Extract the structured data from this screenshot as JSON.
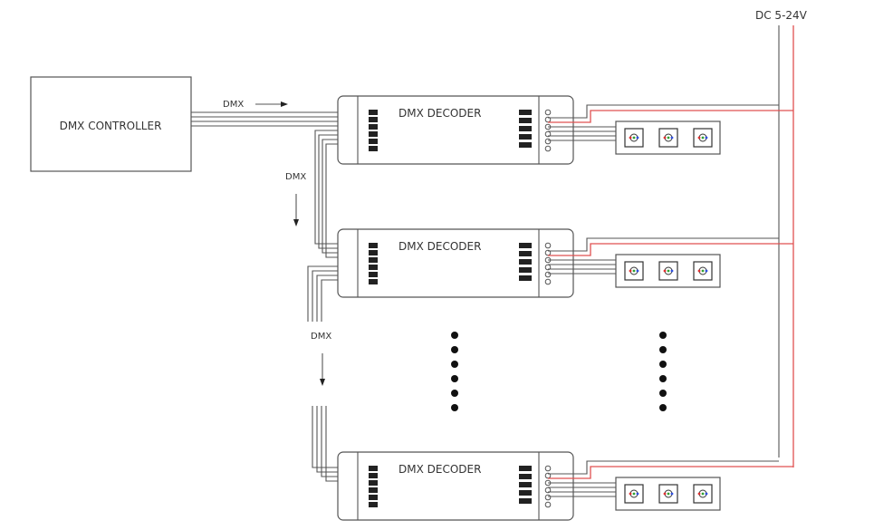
{
  "power": {
    "label": "DC 5-24V",
    "positive_color": "#e05050",
    "negative_color": "#555555"
  },
  "controller": {
    "label": "DMX CONTROLLER"
  },
  "dmx_labels": [
    "DMX",
    "DMX",
    "DMX"
  ],
  "decoders": [
    {
      "label": "DMX DECODER"
    },
    {
      "label": "DMX DECODER"
    },
    {
      "label": "DMX DECODER"
    }
  ],
  "led_strip": {
    "pixels_per_strip": 3,
    "strip_count": 3,
    "led_colors": [
      "#e03030",
      "#30a030",
      "#3050e0"
    ]
  },
  "continuation": {
    "dots_per_column": 6
  }
}
